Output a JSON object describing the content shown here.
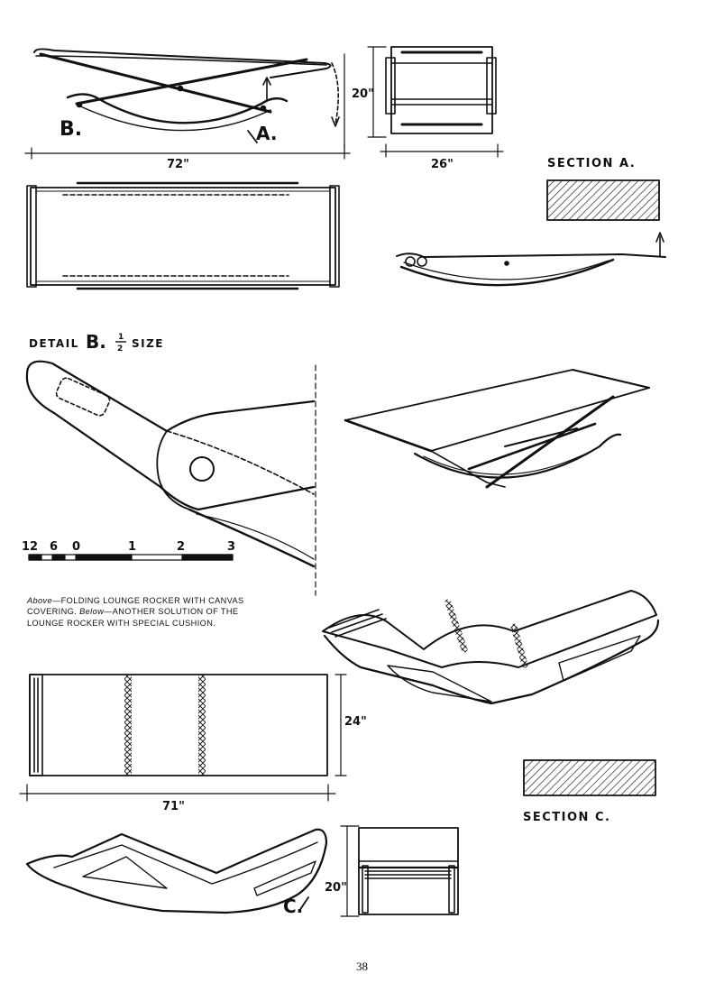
{
  "dimensions": {
    "length_top": "72\"",
    "width_end": "26\"",
    "height_end": "20\"",
    "width_bottom": "24\"",
    "length_bottom": "71\"",
    "height_bottom_end": "20\""
  },
  "labels": {
    "b": "B.",
    "a": "A.",
    "c": "C.",
    "section_a": "SECTION A.",
    "section_c": "SECTION C.",
    "detail_b_prefix": "DETAIL",
    "detail_b_letter": "B.",
    "detail_b_frac_num": "1",
    "detail_b_frac_den": "2",
    "detail_b_suffix": "SIZE"
  },
  "scale": {
    "labels": [
      "12",
      "6",
      "0",
      "1",
      "2",
      "3"
    ]
  },
  "caption": {
    "above_word": "Above",
    "above_text": "—FOLDING LOUNGE ROCKER WITH CANVAS COVERING.",
    "below_word": "Below",
    "below_text": "—ANOTHER SOLUTION OF THE LOUNGE ROCKER WITH SPECIAL CUSHION."
  },
  "page_number": "38"
}
